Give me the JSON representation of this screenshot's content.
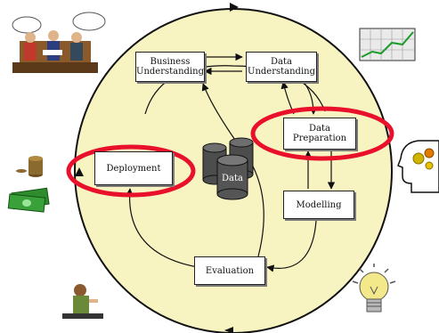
{
  "diagram": {
    "phases": {
      "business_understanding": {
        "line1": "Business",
        "line2": "Understanding"
      },
      "data_understanding": {
        "line1": "Data",
        "line2": "Understanding"
      },
      "data_preparation": {
        "line1": "Data",
        "line2": "Preparation"
      },
      "modelling": {
        "label": "Modelling"
      },
      "evaluation": {
        "label": "Evaluation"
      },
      "deployment": {
        "label": "Deployment"
      }
    },
    "center": {
      "label": "Data"
    },
    "colors": {
      "circle_fill": "#f8f4c2",
      "outline": "#111111",
      "highlight": "#e8102a",
      "box_fill": "#ffffff",
      "cylinder_fill": "#4d4d4d"
    },
    "icons": [
      "meeting-people-icon",
      "rising-chart-icon",
      "head-gears-icon",
      "coins-stack-icon",
      "money-bills-icon",
      "woman-at-desk-icon",
      "lightbulb-icon"
    ]
  }
}
